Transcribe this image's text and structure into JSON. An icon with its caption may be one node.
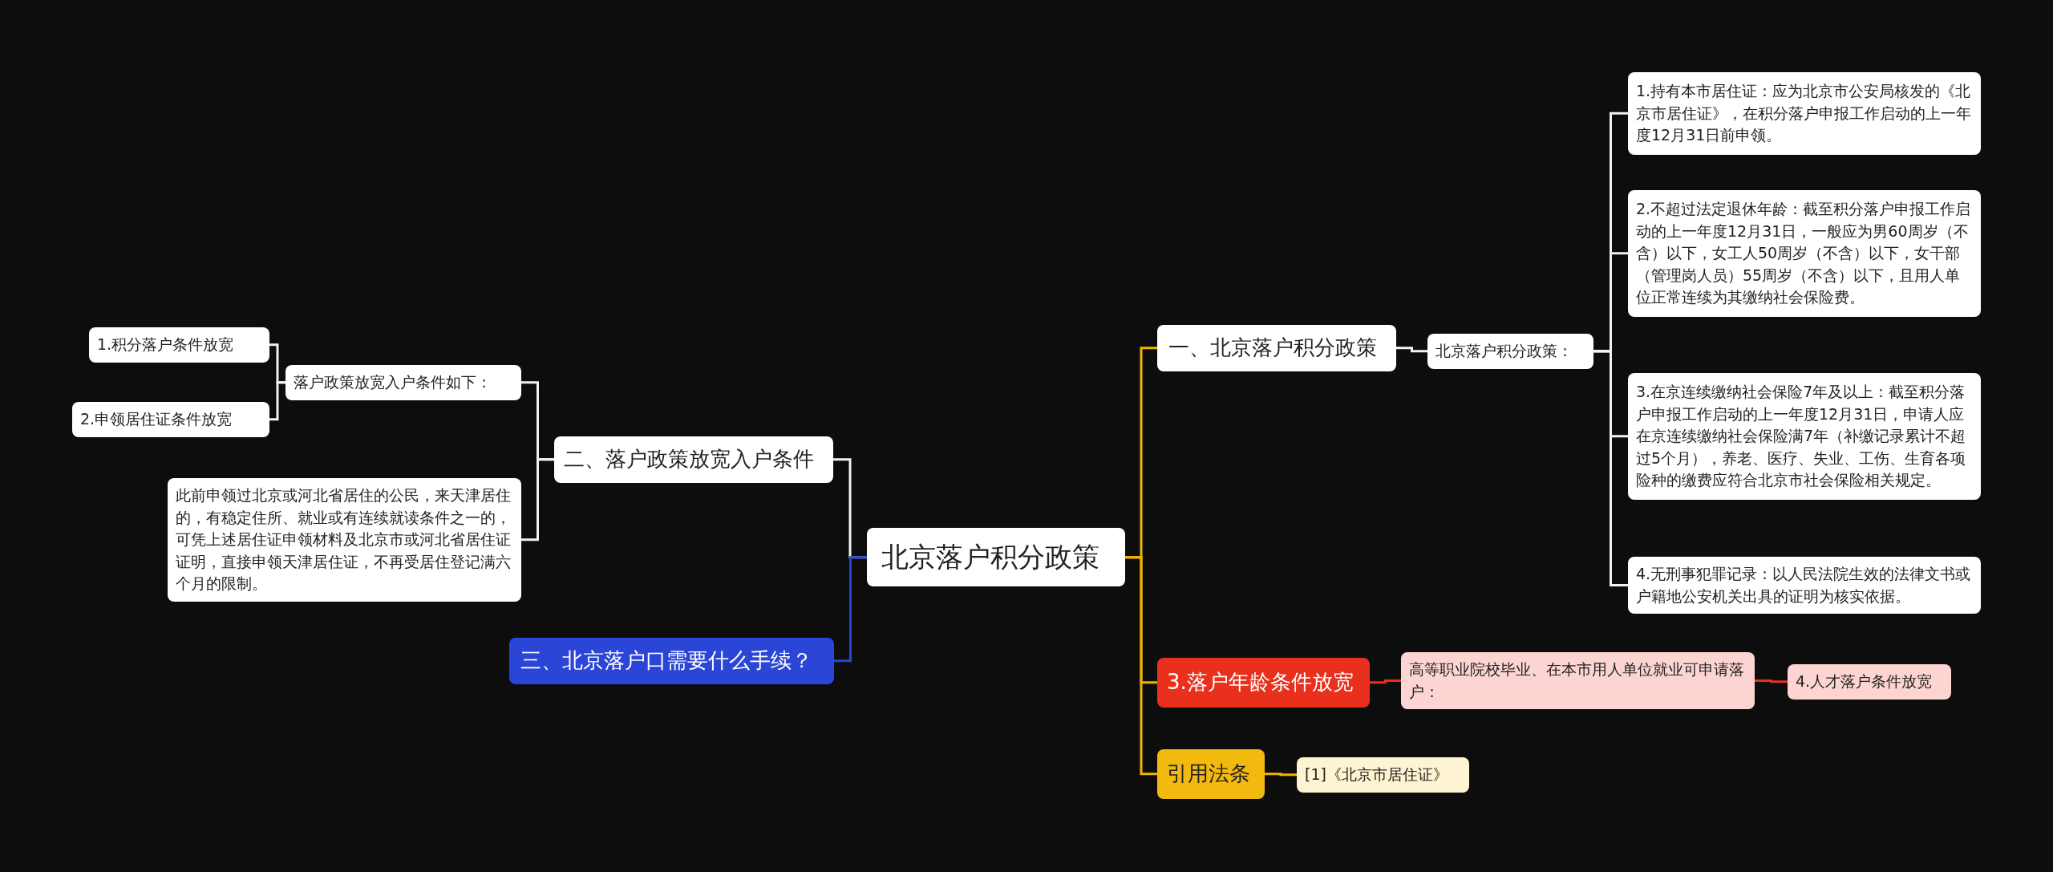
{
  "diagram": {
    "nodes": [
      {
        "text": [
          "北京落户积分政策"
        ]
      },
      {
        "text": [
          "一、北京落户积分政策"
        ]
      },
      {
        "text": [
          "北京落户积分政策："
        ]
      },
      {
        "text": [
          "1.持有本市居住证：应为北京市公安局核发的《北京市居住证》，在积分落户申报工作启动的上一年度12月31日前申领。"
        ]
      },
      {
        "text": [
          "2.不超过法定退休年龄：截至积分落户申报工作启动的上一年度12月31日，一般应为男60周岁（不含）以下，女工人50周岁（不含）以下，女干部（管理岗人员）55周岁（不含）以下，且用人单位正常连续为其缴纳社会保险费。"
        ]
      },
      {
        "text": [
          "3.在京连续缴纳社会保险7年及以上：截至积分落户申报工作启动的上一年度12月31日，申请人应在京连续缴纳社会保险满7年（补缴记录累计不超过5个月），养老、医疗、失业、工伤、生育各项险种的缴费应符合北京市社会保险相关规定。"
        ]
      },
      {
        "text": [
          "4.无刑事犯罪记录：以人民法院生效的法律文书或户籍地公安机关出具的证明为核实依据。"
        ]
      },
      {
        "text": [
          "3.落户年龄条件放宽"
        ]
      },
      {
        "text": [
          "高等职业院校毕业、在本市用人单位就业可申请落户："
        ]
      },
      {
        "text": [
          "4.人才落户条件放宽"
        ]
      },
      {
        "text": [
          "引用法条"
        ]
      },
      {
        "text": [
          "[1]《北京市居住证》"
        ]
      },
      {
        "text": [
          "二、落户政策放宽入户条件"
        ]
      },
      {
        "text": [
          "落户政策放宽入户条件如下："
        ]
      },
      {
        "text": [
          "1.积分落户条件放宽"
        ]
      },
      {
        "text": [
          "2.申领居住证条件放宽"
        ]
      },
      {
        "text": [
          "此前申领过北京或河北省居住的公民，来天津居住的，有稳定住所、就业或有连续就读条件之一的，可凭上述居住证申领材料及北京市或河北省居住证证明，直接申领天津居住证，不再受居住登记满六个月的限制。"
        ]
      },
      {
        "text": [
          "三、北京落户口需要什么手续？"
        ]
      }
    ],
    "edges": [
      {
        "from": 0,
        "to": 1,
        "arrow": "none",
        "color": "#f0b400"
      },
      {
        "from": 1,
        "to": 2,
        "arrow": "none"
      },
      {
        "from": 2,
        "to": 3,
        "arrow": "none"
      },
      {
        "from": 2,
        "to": 4,
        "arrow": "none"
      },
      {
        "from": 2,
        "to": 5,
        "arrow": "none"
      },
      {
        "from": 2,
        "to": 6,
        "arrow": "none"
      },
      {
        "from": 0,
        "to": 7,
        "arrow": "none",
        "color": "#f0b400"
      },
      {
        "from": 7,
        "to": 8,
        "arrow": "none",
        "color": "#e8301c"
      },
      {
        "from": 8,
        "to": 9,
        "arrow": "none",
        "color": "#e8301c"
      },
      {
        "from": 0,
        "to": 10,
        "arrow": "none",
        "color": "#f0b400"
      },
      {
        "from": 10,
        "to": 11,
        "arrow": "none",
        "color": "#f0b400"
      },
      {
        "from": 0,
        "to": 12,
        "arrow": "none"
      },
      {
        "from": 12,
        "to": 13,
        "arrow": "none"
      },
      {
        "from": 13,
        "to": 14,
        "arrow": "none"
      },
      {
        "from": 13,
        "to": 15,
        "arrow": "none"
      },
      {
        "from": 12,
        "to": 16,
        "arrow": "none"
      },
      {
        "from": 0,
        "to": 17,
        "arrow": "none",
        "color": "#2b45d6"
      }
    ]
  }
}
